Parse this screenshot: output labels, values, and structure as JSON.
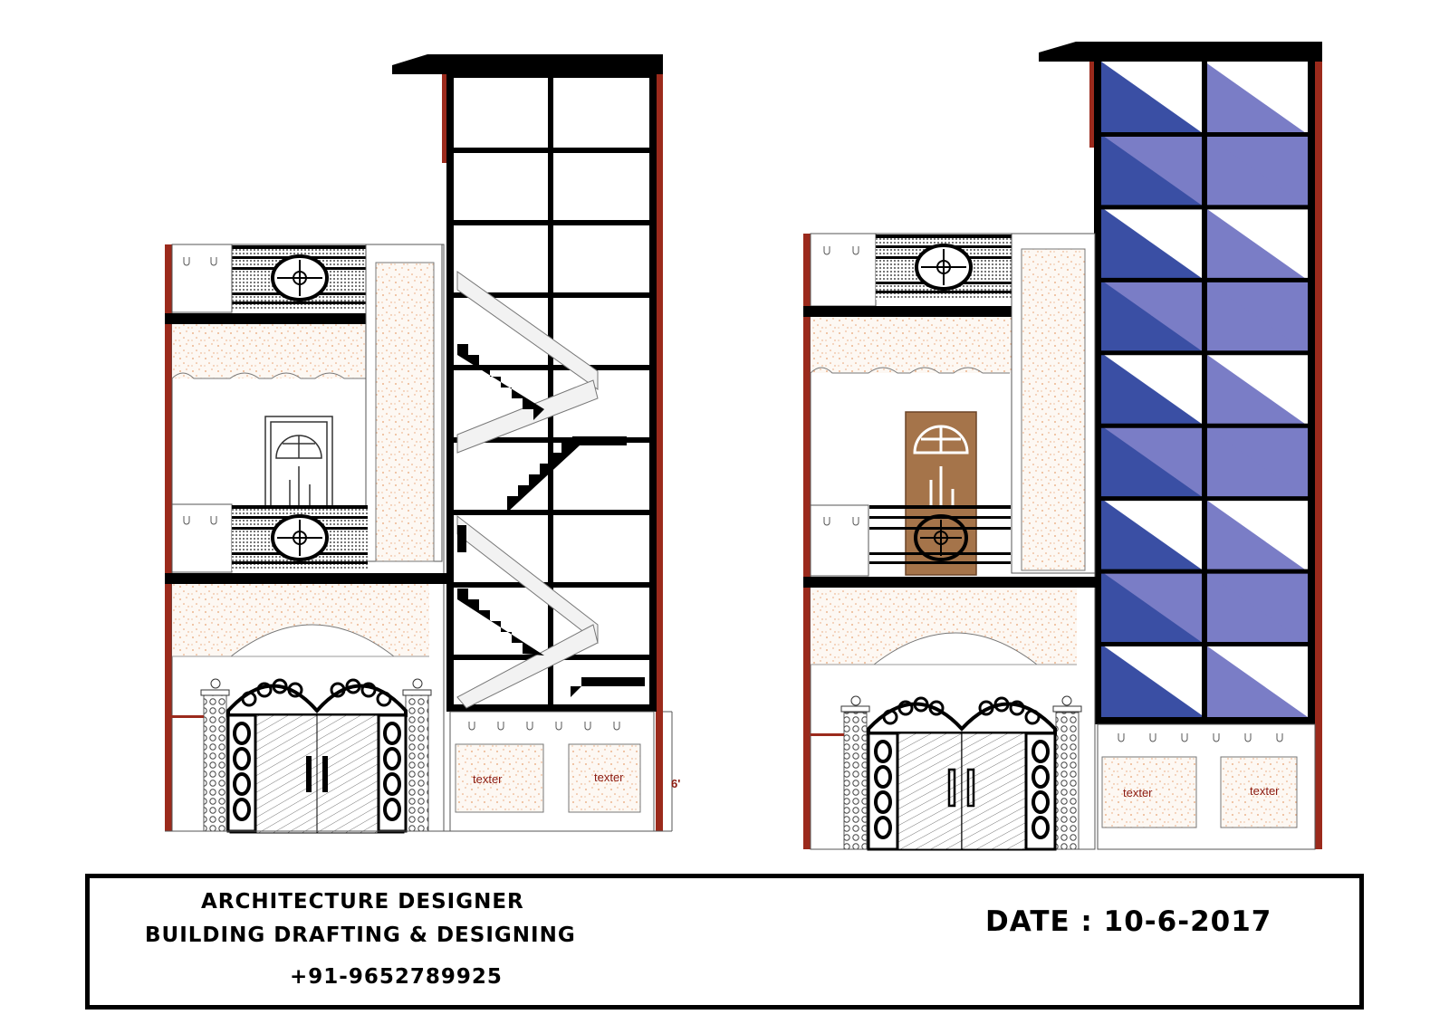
{
  "title_block": {
    "line1": "ARCHITECTURE DESIGNER",
    "line2": "BUILDING DRAFTING & DESIGNING",
    "phone": "+91-9652789925",
    "date": "DATE : 10-6-2017"
  },
  "drawing": {
    "left_elevation": {
      "panel_labels": [
        "texter",
        "texter"
      ],
      "dimension": "6'"
    },
    "right_elevation": {
      "panel_labels": [
        "texter",
        "texter"
      ]
    }
  },
  "colors": {
    "wall_red": "#9b2a1c",
    "glass_dark": "#3a4fa4",
    "glass_light": "#7a7dc6",
    "door_wood": "#a5744a",
    "speckle": "#e8a070"
  }
}
